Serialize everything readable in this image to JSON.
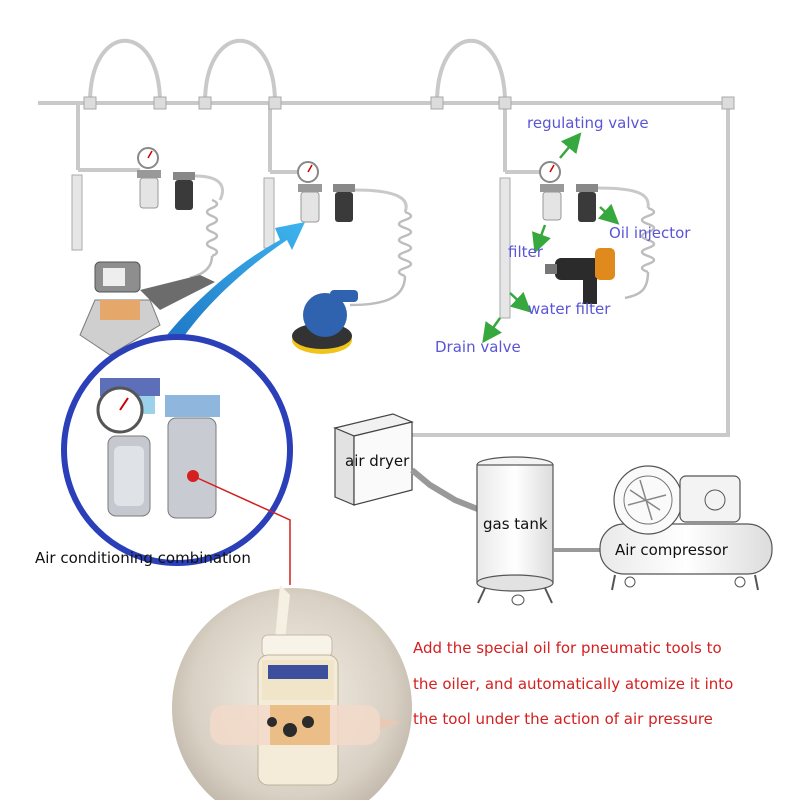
{
  "labels": {
    "regulating_valve": "regulating valve",
    "oil_injector": "Oil injector",
    "filter": "filter",
    "water_filter": "water filter",
    "drain_valve": "Drain valve",
    "air_dryer": "air dryer",
    "gas_tank": "gas tank",
    "air_compressor": "Air compressor",
    "air_conditioning_combination": "Air conditioning combination"
  },
  "note": {
    "line1": "Add the special oil for pneumatic tools to",
    "line2": "the oiler, and automatically atomize it into",
    "line3": "the tool under the action of air pressure"
  },
  "colors": {
    "pipe": "#c9c9c9",
    "callout_label": "#5a55d6",
    "callout_arrow": "#36a83e",
    "note_text": "#d42020",
    "highlight_ring": "#2a3fb8",
    "flow_arrow": "#1d8fd6"
  }
}
